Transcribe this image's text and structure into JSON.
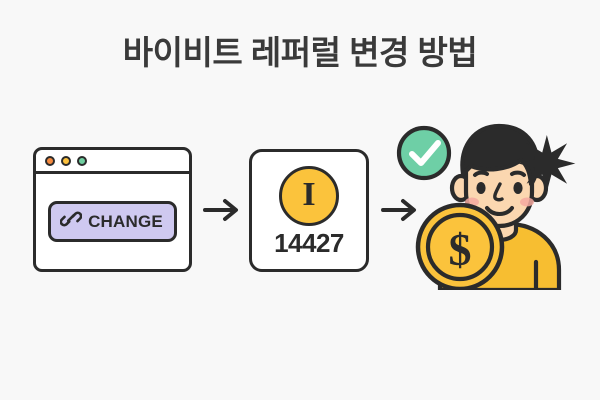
{
  "page": {
    "title": "바이비트 레퍼럴 변경 방법",
    "background_color": "#f8f8f8",
    "outline_color": "#2b2b2b"
  },
  "steps": [
    {
      "id": "step-browser",
      "type": "browser-window",
      "traffic_lights": [
        {
          "name": "close-dot",
          "color": "#f58a3f"
        },
        {
          "name": "minimize-dot",
          "color": "#fcc13d"
        },
        {
          "name": "maximize-dot",
          "color": "#6fcfa0"
        }
      ],
      "button": {
        "label": "CHANGE",
        "icon": "link-icon",
        "fill_color": "#cfc9f0",
        "text_color": "#2b2b2b"
      }
    },
    {
      "id": "step-referral-card",
      "type": "referral-code-card",
      "badge_letter": "I",
      "badge_color": "#fbc33c",
      "referral_code": "14427"
    },
    {
      "id": "step-reward",
      "type": "user-reward",
      "check_badge": {
        "icon": "check-icon",
        "color": "#6ecfa6"
      },
      "coin": {
        "symbol": "$",
        "color": "#fbc33c"
      },
      "sparkle": {
        "icon": "starburst-icon",
        "color": "#2b2b2b"
      },
      "person": {
        "hair_color": "#2b2b2b",
        "skin_color": "#fbd7b0",
        "shirt_color": "#f7be31",
        "blush_color": "#f5a9a0"
      }
    }
  ],
  "arrows": [
    {
      "name": "arrow-browser-to-card",
      "direction": "right",
      "color": "#2b2b2b"
    },
    {
      "name": "arrow-card-to-reward",
      "direction": "right",
      "color": "#2b2b2b"
    }
  ]
}
